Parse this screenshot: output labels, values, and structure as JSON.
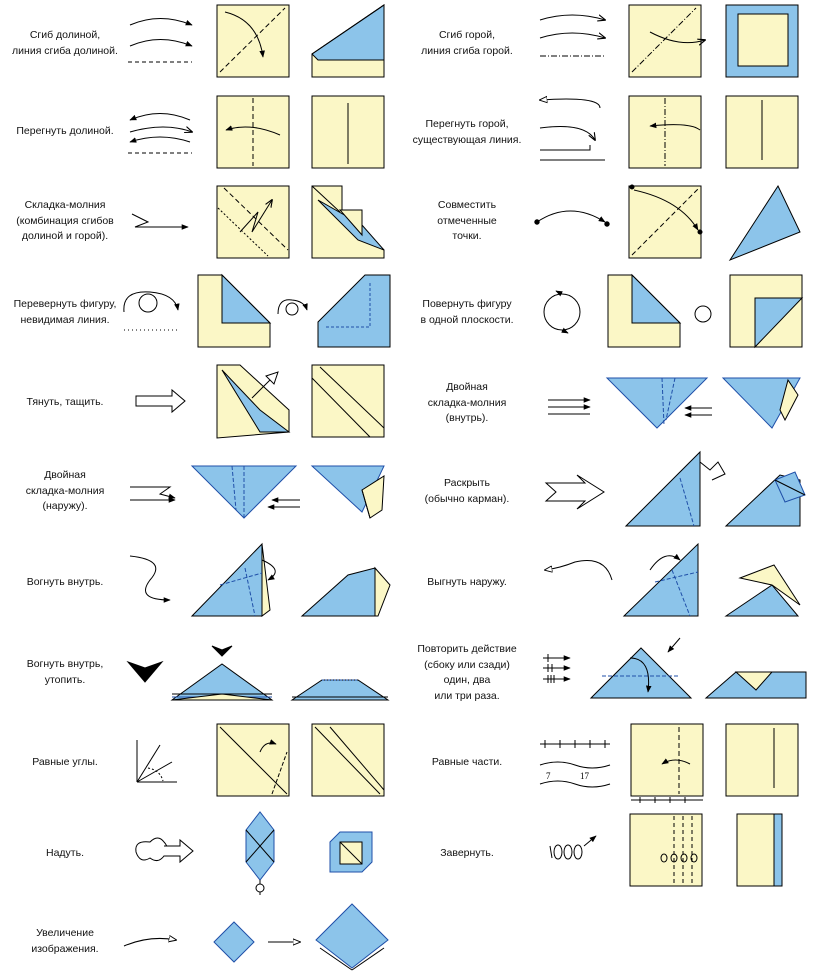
{
  "colors": {
    "paper": "#fbf7c6",
    "blue": "#8cc4ea",
    "blue_dark": "#1f4fa8",
    "outline": "#000000"
  },
  "legend": {
    "left": [
      {
        "key": "valley-fold",
        "label": "Сгиб долиной,\nлиния сгиба долиной."
      },
      {
        "key": "fold-unfold-valley",
        "label": "Перегнуть долиной."
      },
      {
        "key": "pleat",
        "label": "Складка-молния\n(комбинация сгибов\nдолиной и горой)."
      },
      {
        "key": "turn-over",
        "label": "Перевернуть фигуру,\nневидимая линия."
      },
      {
        "key": "pull",
        "label": "Тянуть, тащить."
      },
      {
        "key": "outside-crimp",
        "label": "Двойная\nскладка-молния\n(наружу)."
      },
      {
        "key": "inside-reverse",
        "label": "Вогнуть внутрь."
      },
      {
        "key": "sink",
        "label": "Вогнуть внутрь,\nутопить."
      },
      {
        "key": "equal-angles",
        "label": "Равные углы."
      },
      {
        "key": "inflate",
        "label": "Надуть."
      },
      {
        "key": "enlarge",
        "label": "Увеличение\nизображения."
      }
    ],
    "right": [
      {
        "key": "mountain-fold",
        "label": "Сгиб горой,\nлиния сгиба горой."
      },
      {
        "key": "fold-unfold-mountain",
        "label": "Перегнуть горой,\nсуществующая линия."
      },
      {
        "key": "match-points",
        "label": "Совместить\nотмеченные\nточки."
      },
      {
        "key": "rotate",
        "label": "Повернуть фигуру\nв одной плоскости."
      },
      {
        "key": "inside-crimp",
        "label": "Двойная\nскладка-молния\n(внутрь)."
      },
      {
        "key": "squash",
        "label": "Раскрыть\n(обычно карман)."
      },
      {
        "key": "outside-reverse",
        "label": "Выгнуть наружу."
      },
      {
        "key": "repeat",
        "label": "Повторить действие\n(сбоку или сзади)\nодин, два\nили три раза."
      },
      {
        "key": "equal-parts",
        "label": "Равные части."
      },
      {
        "key": "roll",
        "label": "Завернуть."
      }
    ]
  },
  "equal_parts_marks": [
    "7",
    "17"
  ]
}
